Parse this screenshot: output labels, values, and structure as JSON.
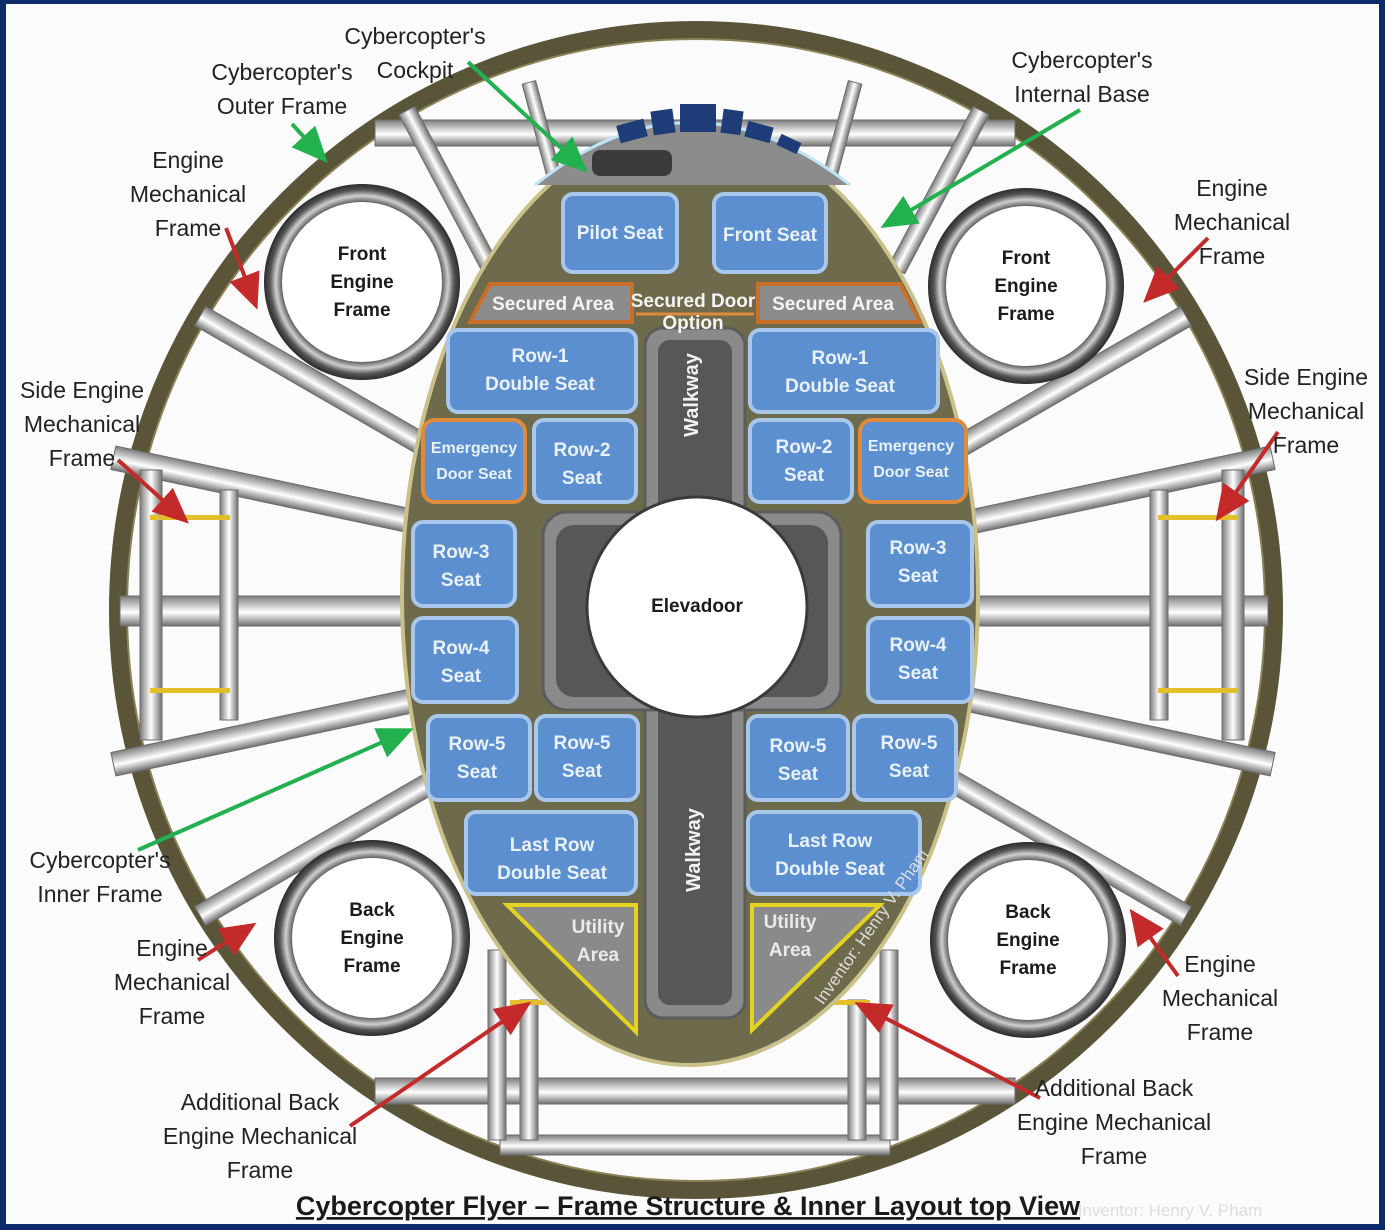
{
  "title": "Cybercopter Flyer – Frame Structure & Inner Layout top View",
  "watermark": "Inventor: Henry V. Pham",
  "watermark_diagonal": "Inventor: Henry V. Pham",
  "colors": {
    "border": "#0d2a6b",
    "outer_frame": "#5a5538",
    "internal_base": "#6e6a4c",
    "seat_fill": "#5b8fd0",
    "seat_stroke": "#a9c7ea",
    "emergency_stroke": "#e08a3c",
    "walkway": "#8a8a8a",
    "utility_stroke": "#e3d320",
    "arrow_red": "#c42a2a",
    "arrow_green": "#23b04e"
  },
  "labels": {
    "cockpit": [
      "Cybercopter's",
      "Cockpit"
    ],
    "outer_frame": [
      "Cybercopter's",
      "Outer Frame"
    ],
    "internal_base": [
      "Cybercopter's",
      "Internal Base"
    ],
    "engine_mech_tl": [
      "Engine",
      "Mechanical",
      "Frame"
    ],
    "engine_mech_tr": [
      "Engine",
      "Mechanical",
      "Frame"
    ],
    "side_engine_l": [
      "Side Engine",
      "Mechanical",
      "Frame"
    ],
    "side_engine_r": [
      "Side Engine",
      "Mechanical",
      "Frame"
    ],
    "inner_frame": [
      "Cybercopter's",
      "Inner Frame"
    ],
    "engine_mech_bl": [
      "Engine",
      "Mechanical",
      "Frame"
    ],
    "engine_mech_br": [
      "Engine",
      "Mechanical",
      "Frame"
    ],
    "add_back_l": [
      "Additional Back",
      "Engine Mechanical",
      "Frame"
    ],
    "add_back_r": [
      "Additional Back",
      "Engine Mechanical",
      "Frame"
    ]
  },
  "engines": {
    "front_left": [
      "Front",
      "Engine",
      "Frame"
    ],
    "front_right": [
      "Front",
      "Engine",
      "Frame"
    ],
    "back_left": [
      "Back",
      "Engine",
      "Frame"
    ],
    "back_right": [
      "Back",
      "Engine",
      "Frame"
    ]
  },
  "seats": {
    "pilot": [
      "Pilot Seat"
    ],
    "front": [
      "Front Seat"
    ],
    "row1_left": [
      "Row-1",
      "Double Seat"
    ],
    "row1_right": [
      "Row-1",
      "Double Seat"
    ],
    "emergency_left": [
      "Emergency",
      "Door Seat"
    ],
    "emergency_right": [
      "Emergency",
      "Door Seat"
    ],
    "row2_left": [
      "Row-2",
      "Seat"
    ],
    "row2_right": [
      "Row-2",
      "Seat"
    ],
    "row3_left": [
      "Row-3",
      "Seat"
    ],
    "row3_right": [
      "Row-3",
      "Seat"
    ],
    "row4_left": [
      "Row-4",
      "Seat"
    ],
    "row4_right": [
      "Row-4",
      "Seat"
    ],
    "row5_l1": [
      "Row-5",
      "Seat"
    ],
    "row5_l2": [
      "Row-5",
      "Seat"
    ],
    "row5_r1": [
      "Row-5",
      "Seat"
    ],
    "row5_r2": [
      "Row-5",
      "Seat"
    ],
    "last_left": [
      "Last Row",
      "Double Seat"
    ],
    "last_right": [
      "Last Row",
      "Double Seat"
    ]
  },
  "areas": {
    "secured_left": "Secured Area",
    "secured_right": "Secured Area",
    "secured_door": [
      "Secured Door",
      "Option"
    ],
    "walkway_top": "Walkway",
    "walkway_bottom": "Walkway",
    "elevadoor": "Elevadoor",
    "utility_left": [
      "Utility",
      "Area"
    ],
    "utility_right": [
      "Utility",
      "Area"
    ]
  }
}
